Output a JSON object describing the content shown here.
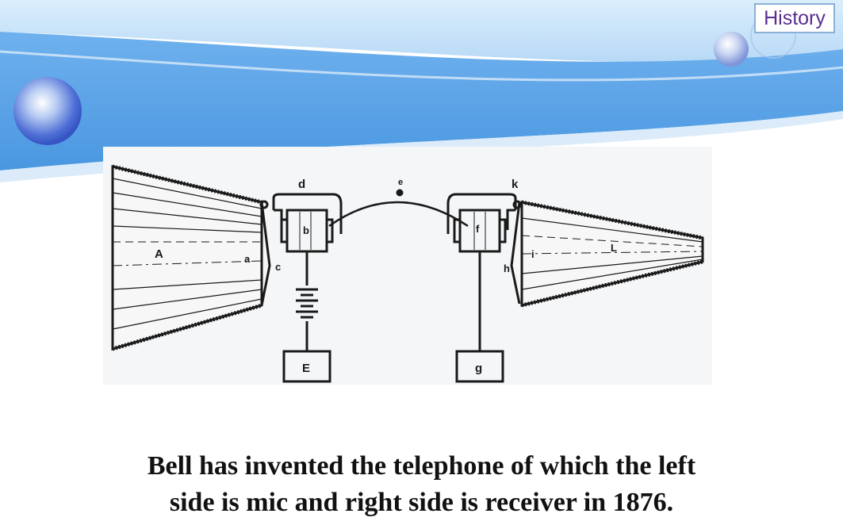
{
  "header": {
    "history_label": "History"
  },
  "diagram": {
    "labels": {
      "mic_cone": "A",
      "diaphragm_left": "a",
      "pivot_left": "c",
      "magnet_arm_left": "d",
      "coil_left": "b",
      "wire": "e",
      "coil_right": "f",
      "magnet_arm_right": "k",
      "pivot_right": "h",
      "diaphragm_right": "i",
      "receiver_cone": "L",
      "box_left": "E",
      "box_right": "g"
    }
  },
  "caption": {
    "line1": "Bell has invented the telephone of which the left",
    "line2": "side is mic and right side is receiver in 1876."
  },
  "colors": {
    "banner_blue": "#5aa3e6",
    "banner_light": "#cfe6fa",
    "history_text": "#5b2d91",
    "diagram_ink": "#1a1a1a"
  }
}
